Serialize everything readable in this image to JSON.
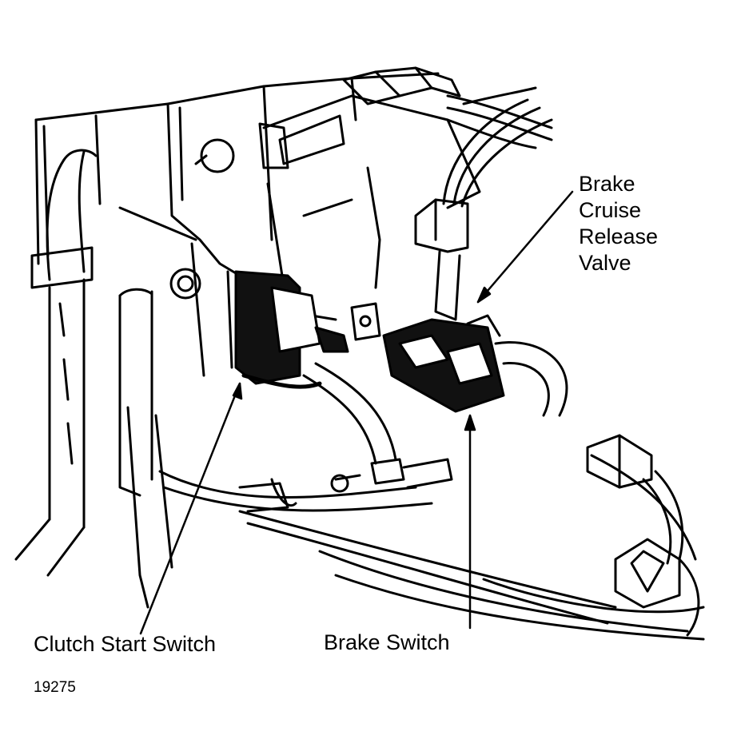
{
  "labels": {
    "brake_cruise_release_valve": [
      "Brake",
      "Cruise",
      "Release",
      "Valve"
    ],
    "clutch_start_switch": "Clutch Start Switch",
    "brake_switch": "Brake Switch"
  },
  "figure_number": "19275",
  "colors": {
    "ink": "#000000",
    "paper": "#ffffff"
  }
}
